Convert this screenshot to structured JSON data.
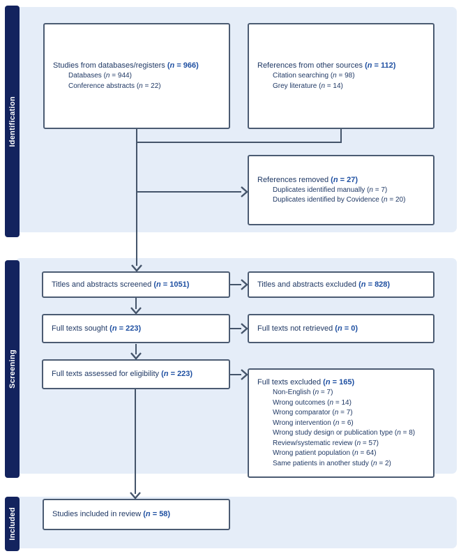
{
  "sections": [
    {
      "id": "identification",
      "label": "Identification"
    },
    {
      "id": "screening",
      "label": "Screening"
    },
    {
      "id": "included",
      "label": "Included"
    }
  ],
  "boxes": {
    "databases": {
      "title": "Studies from databases/registers",
      "n": "966",
      "items": [
        {
          "text": "Databases",
          "n": "944"
        },
        {
          "text": "Conference abstracts",
          "n": "22"
        }
      ]
    },
    "other_sources": {
      "title": "References from other sources",
      "n": "112",
      "items": [
        {
          "text": "Citation searching",
          "n": "98"
        },
        {
          "text": "Grey literature",
          "n": "14"
        }
      ]
    },
    "removed": {
      "title": "References removed",
      "n": "27",
      "items": [
        {
          "text": "Duplicates identified manually",
          "n": "7"
        },
        {
          "text": "Duplicates identified by Covidence",
          "n": "20"
        }
      ]
    },
    "screened": {
      "title": "Titles and abstracts screened",
      "n": "1051",
      "items": []
    },
    "ta_excluded": {
      "title": "Titles and abstracts excluded",
      "n": "828",
      "items": []
    },
    "sought": {
      "title": "Full texts sought",
      "n": "223",
      "items": []
    },
    "not_retrieved": {
      "title": "Full texts not retrieved",
      "n": "0",
      "items": []
    },
    "assessed": {
      "title": "Full texts assessed for eligibility",
      "n": "223",
      "items": []
    },
    "ft_excluded": {
      "title": "Full texts excluded",
      "n": "165",
      "items": [
        {
          "text": "Non-English",
          "n": "7"
        },
        {
          "text": "Wrong outcomes",
          "n": "14"
        },
        {
          "text": "Wrong comparator",
          "n": "7"
        },
        {
          "text": "Wrong intervention",
          "n": "6"
        },
        {
          "text": "Wrong study design or publication type",
          "n": "8"
        },
        {
          "text": "Review/systematic review",
          "n": "57"
        },
        {
          "text": "Wrong patient population",
          "n": "64"
        },
        {
          "text": "Same patients in another study",
          "n": "2"
        }
      ]
    },
    "included": {
      "title": "Studies included in review",
      "n": "58",
      "items": []
    }
  },
  "colors": {
    "panel": "#e5edf8",
    "sidebar_bar": "#13235e",
    "box_border": "#4b5b72",
    "connector": "#44546a",
    "text": "#1f3864",
    "accent": "#1e4fa1"
  }
}
